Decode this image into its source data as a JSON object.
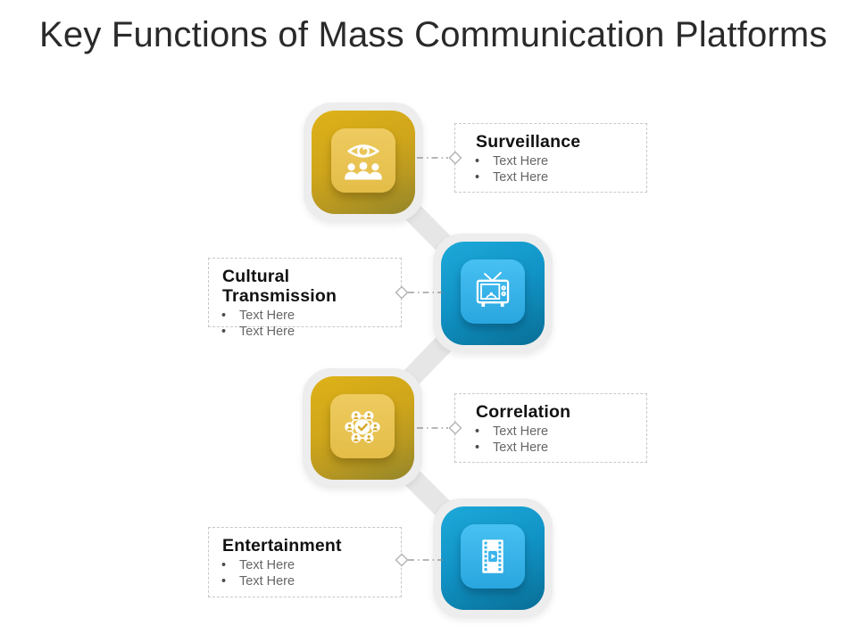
{
  "slide": {
    "title": "Key Functions of Mass Communication Platforms"
  },
  "items": [
    {
      "heading": "Surveillance",
      "bullets": [
        "Text Here",
        "Text Here"
      ],
      "icon": "eye-group-icon",
      "tile_color": "gold",
      "text_side": "right"
    },
    {
      "heading": "Cultural Transmission",
      "bullets": [
        "Text Here",
        "Text Here"
      ],
      "icon": "tv-icon",
      "tile_color": "blue",
      "text_side": "left"
    },
    {
      "heading": "Correlation",
      "bullets": [
        "Text Here",
        "Text Here"
      ],
      "icon": "network-check-icon",
      "tile_color": "gold",
      "text_side": "right"
    },
    {
      "heading": "Entertainment",
      "bullets": [
        "Text Here",
        "Text Here"
      ],
      "icon": "film-strip-icon",
      "tile_color": "blue",
      "text_side": "left"
    }
  ],
  "colors": {
    "gold": "#cfa51b",
    "gold_light": "#e9c454",
    "blue": "#1193c6",
    "blue_light": "#38b4ec",
    "connector_band": "#e6e6e6",
    "heading_text": "#111111",
    "bullet_text": "#666666",
    "title_text": "#2a2a2a"
  }
}
